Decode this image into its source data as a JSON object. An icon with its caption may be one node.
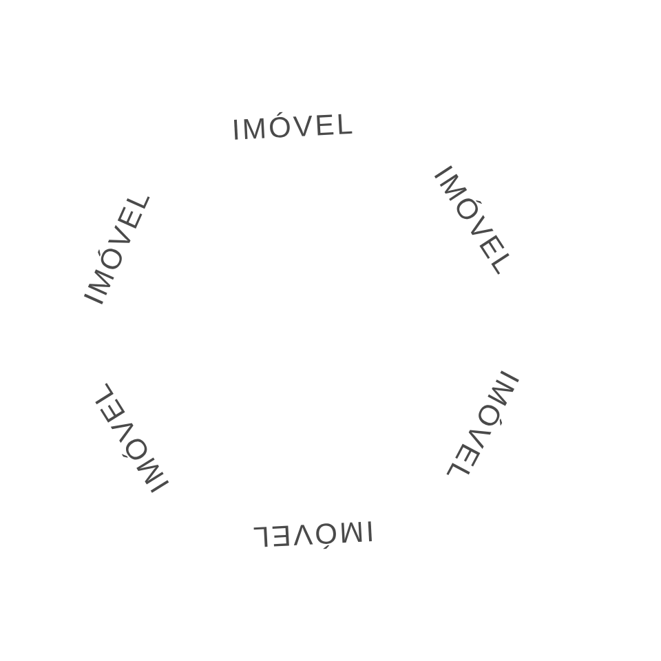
{
  "diagram": {
    "labels": [
      "IMÓVEL",
      "IMÓVEL",
      "IMÓVEL",
      "IMÓVEL",
      "IMÓVEL",
      "IMÓVEL"
    ]
  }
}
